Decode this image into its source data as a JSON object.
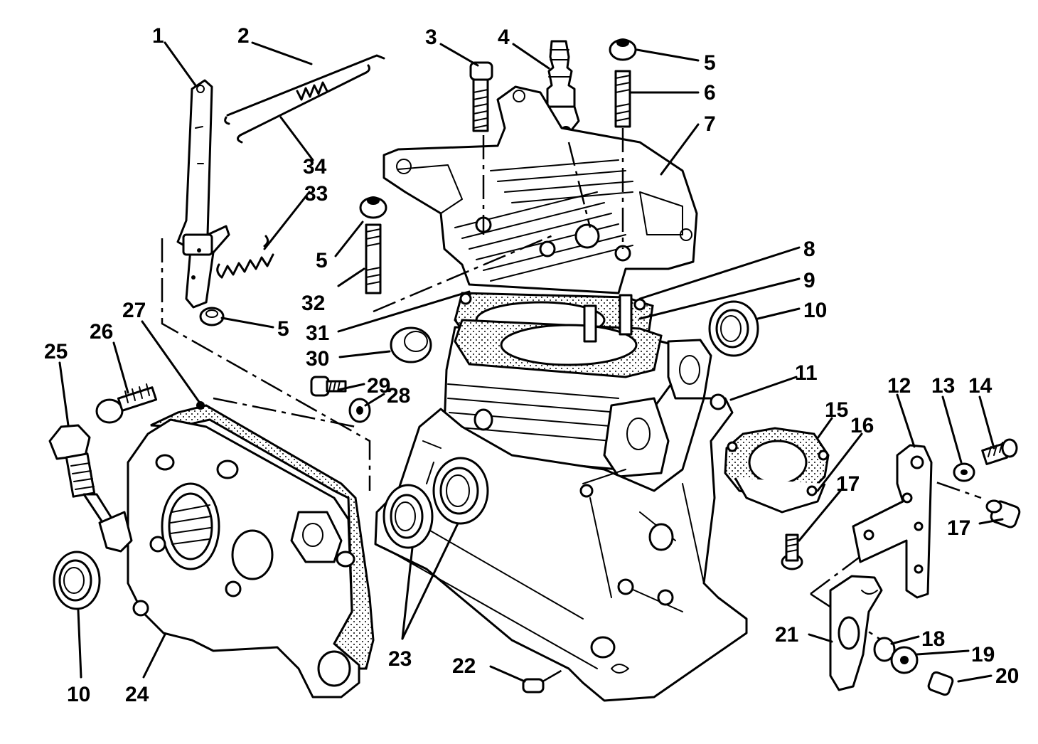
{
  "diagram": {
    "callouts": [
      "1",
      "2",
      "3",
      "4",
      "5",
      "6",
      "7",
      "34",
      "33",
      "5",
      "32",
      "5",
      "8",
      "9",
      "10",
      "31",
      "30",
      "29",
      "28",
      "27",
      "26",
      "25",
      "11",
      "12",
      "13",
      "14",
      "15",
      "16",
      "17",
      "17",
      "18",
      "19",
      "20",
      "21",
      "22",
      "23",
      "24",
      "10"
    ]
  }
}
